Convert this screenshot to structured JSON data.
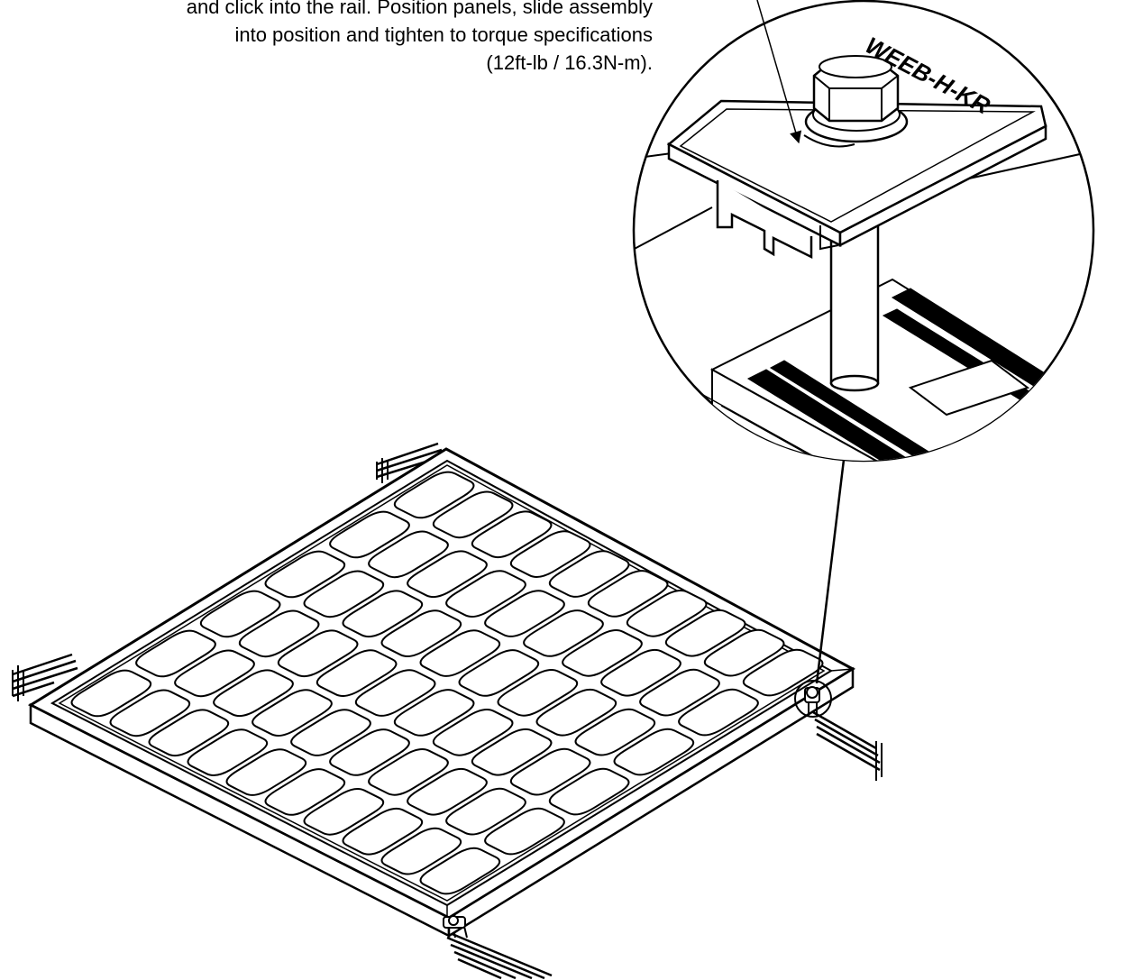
{
  "instruction": {
    "lines": [
      "and click into the rail. Position panels, slide assembly",
      "into position and tighten to torque specifications",
      "(12ft-lb / 16.3N-m)."
    ]
  },
  "clamp_marking": "WEEB-H-KR",
  "colors": {
    "ink": "#000000",
    "paper": "#ffffff"
  }
}
